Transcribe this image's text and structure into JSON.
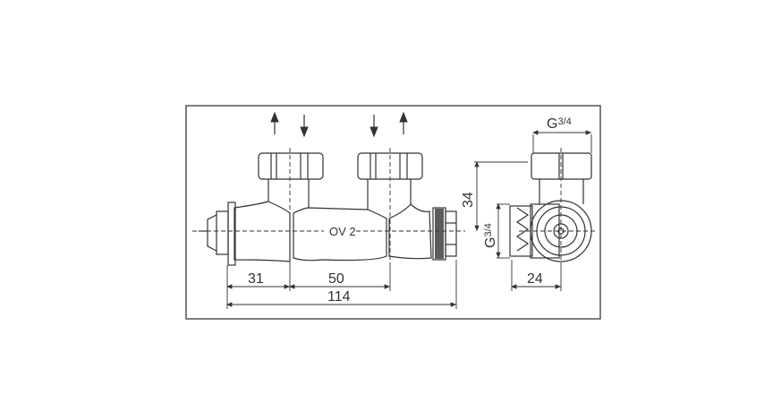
{
  "drawing": {
    "front_view": {
      "model_label": "OV 2",
      "dimensions": {
        "d1": "31",
        "d2": "50",
        "total": "114"
      },
      "flow_arrows": [
        "up",
        "down",
        "down",
        "up"
      ]
    },
    "side_view": {
      "thread_top": "G",
      "thread_top_fraction": "3/4",
      "thread_side": "G",
      "thread_side_fraction": "3/4",
      "height": "34",
      "depth": "24"
    },
    "colors": {
      "line": "#333333",
      "frame": "#555555",
      "background": "#ffffff"
    }
  }
}
